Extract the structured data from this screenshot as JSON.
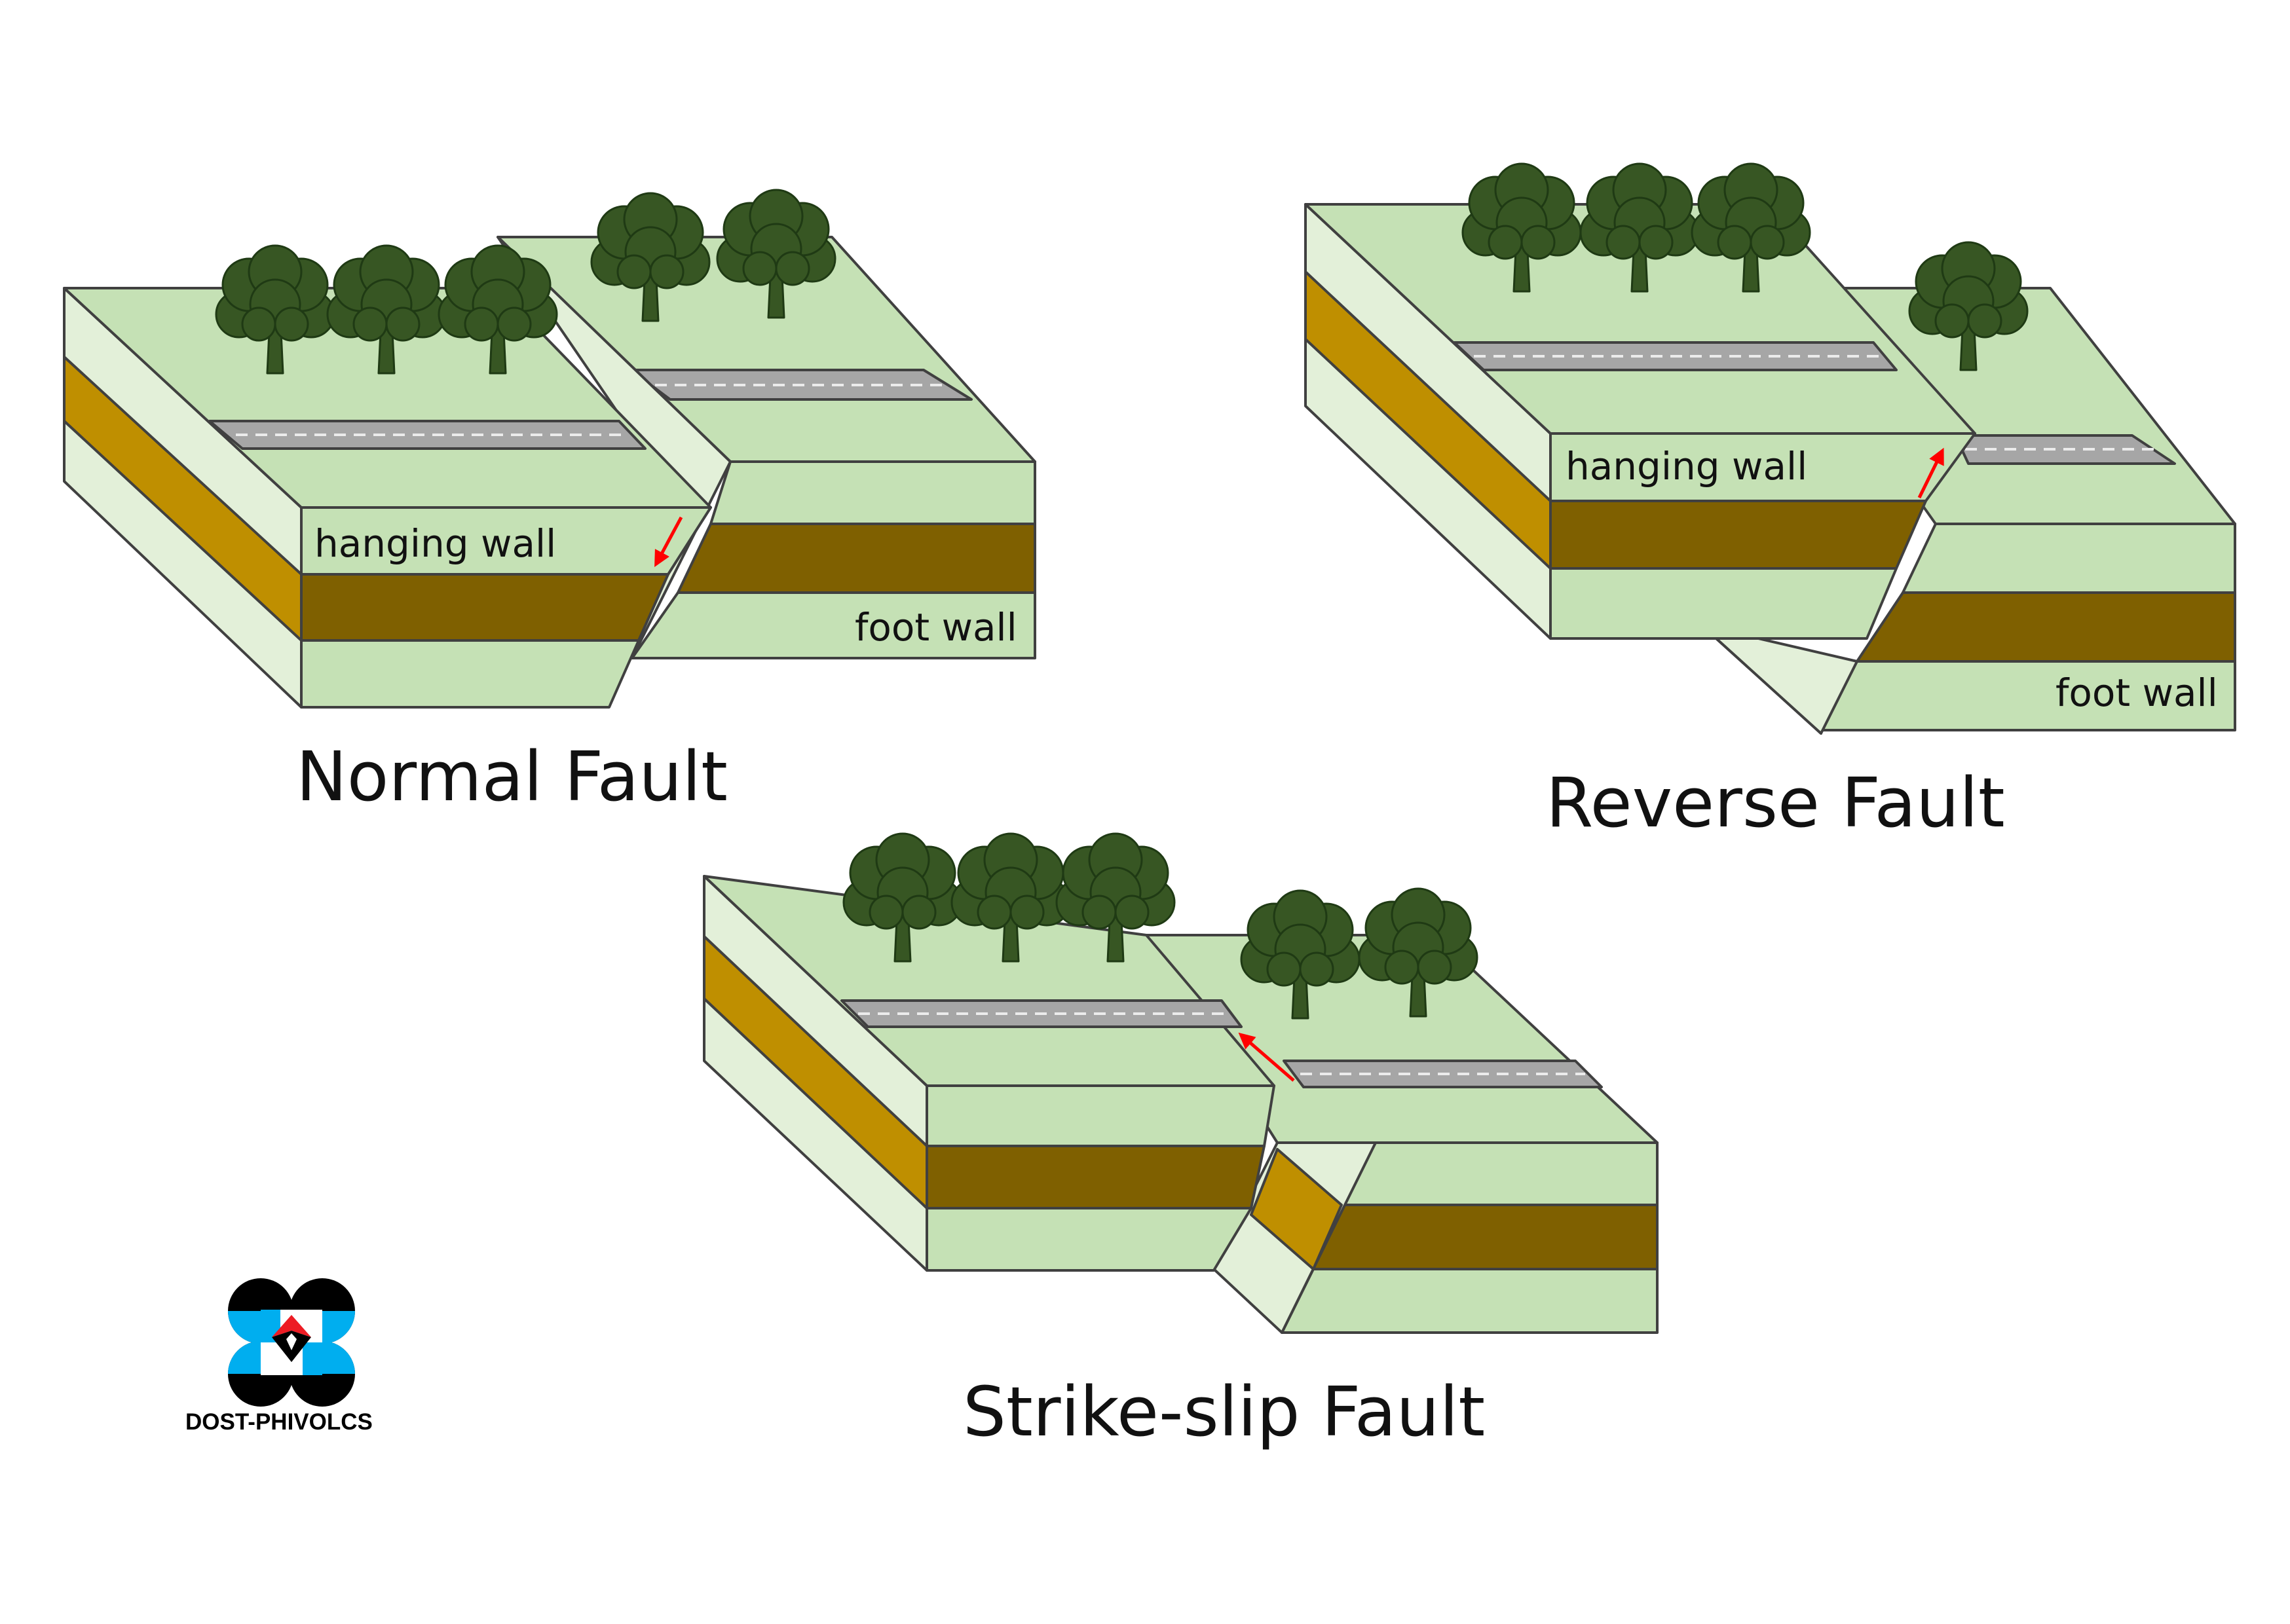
{
  "colors": {
    "grass": "#c5e1b5",
    "side": "#e3f0d9",
    "ochre": "#bf8f00",
    "brown": "#7f6000",
    "road": "#a6a6a6",
    "road_dash": "#ebebeb",
    "tree": "#375623",
    "stroke": "#404040",
    "arrow": "#ff0000",
    "logo_black": "#000000",
    "logo_blue": "#00aeef",
    "logo_red": "#ed1c24"
  },
  "normal": {
    "title": "Normal Fault",
    "hanging_wall": "hanging wall",
    "foot_wall": "foot wall",
    "arrow_direction": "down"
  },
  "reverse": {
    "title": "Reverse Fault",
    "hanging_wall": "hanging wall",
    "foot_wall": "foot wall",
    "arrow_direction": "up"
  },
  "strike": {
    "title": "Strike-slip Fault",
    "arrow_direction": "along-strike"
  },
  "logo": {
    "text": "DOST-PHIVOLCS",
    "icon": "phivolcs-logo-icon"
  },
  "icons": {
    "tree": "tree-icon",
    "arrow": "slip-arrow-icon"
  }
}
